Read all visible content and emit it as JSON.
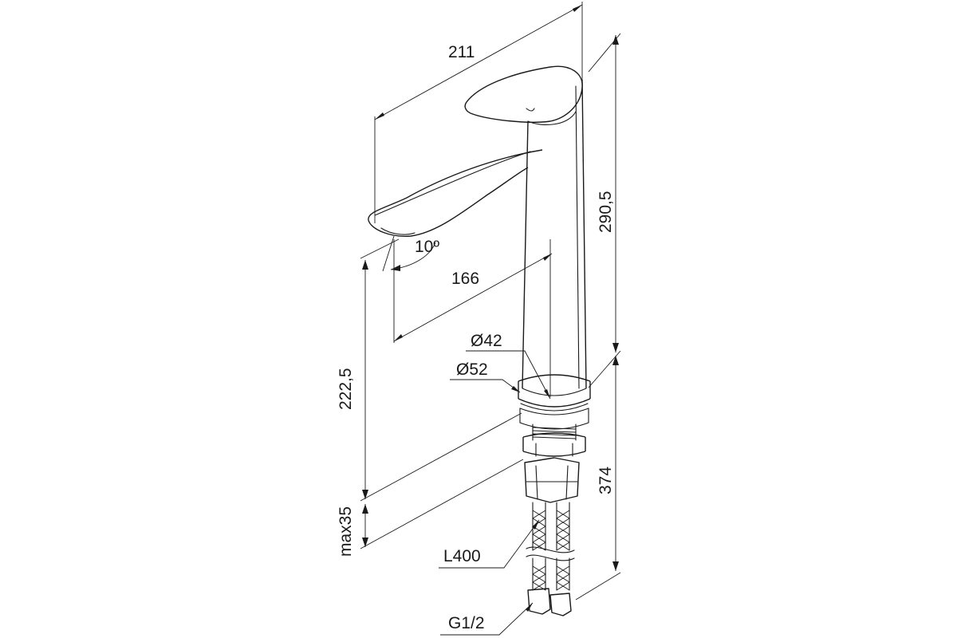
{
  "diagram": {
    "type": "technical-drawing",
    "subject": "single-lever basin mixer, tall",
    "dimensions": {
      "total_depth": "211",
      "spout_reach": "166",
      "body_height": "290,5",
      "spout_height": "222,5",
      "countertop_max": "max35",
      "overall_height": "374",
      "body_diameter": "Ø42",
      "base_diameter": "Ø52",
      "hose_length": "L400",
      "connection_thread": "G1/2",
      "spout_angle": "10º"
    }
  }
}
